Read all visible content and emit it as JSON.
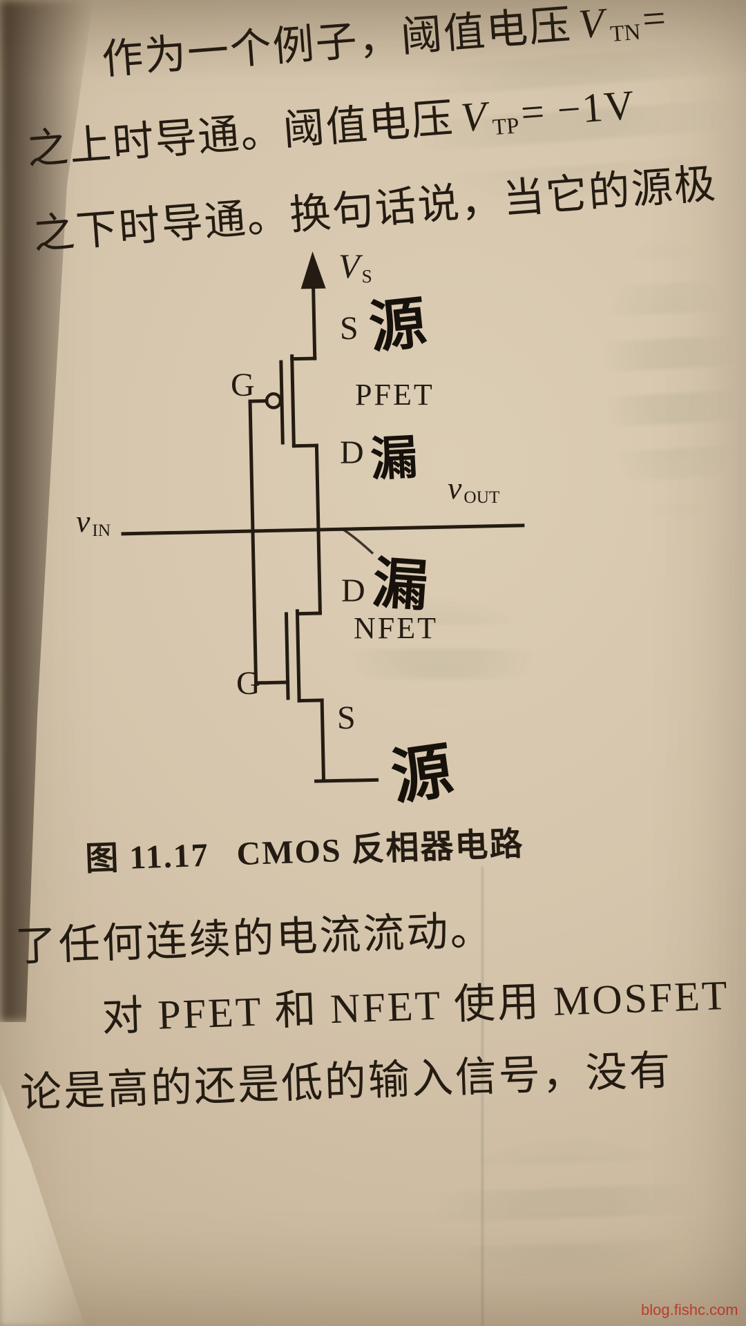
{
  "top_text": {
    "line1": {
      "pre": "作为一个例子，阈值电压",
      "var": "V",
      "sub": "TN",
      "post": "="
    },
    "line2": {
      "pre": "之上时导通。阈值电压",
      "var": "V",
      "sub": "TP",
      "post": "= −1V"
    },
    "line3": {
      "text": "之下时导通。换句话说，当它的源极"
    }
  },
  "figure": {
    "supply_label": {
      "var": "V",
      "sub": "S"
    },
    "input_label": {
      "var": "v",
      "sub": "IN"
    },
    "output_label": {
      "var": "v",
      "sub": "OUT"
    },
    "pfet": {
      "name": "PFET",
      "gate": "G",
      "source": "S",
      "drain": "D",
      "hand_source": "源",
      "hand_drain": "漏"
    },
    "nfet": {
      "name": "NFET",
      "gate": "G",
      "source": "S",
      "drain": "D",
      "hand_source": "源",
      "hand_drain": "漏"
    },
    "caption": {
      "number": "图 11.17",
      "title": "CMOS 反相器电路"
    }
  },
  "bottom_text": {
    "line1": "了任何连续的电流流动。",
    "line2": "对 PFET 和 NFET 使用 MOSFET",
    "line3": "论是高的还是低的输入信号，没有"
  },
  "watermark": "blog.fishc.com",
  "colors": {
    "paper": "#d5c5ac",
    "ink": "#241c12",
    "watermark_red": "#cf3126"
  }
}
